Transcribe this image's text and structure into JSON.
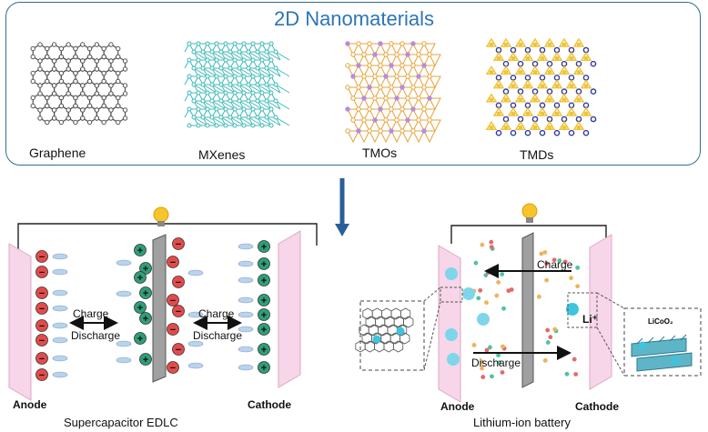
{
  "header": {
    "title": "2D Nanomaterials"
  },
  "materials": [
    {
      "name": "Graphene"
    },
    {
      "name": "MXenes"
    },
    {
      "name": "TMOs"
    },
    {
      "name": "TMDs"
    }
  ],
  "supercapacitor": {
    "caption": "Supercapacitor EDLC",
    "anode": "Anode",
    "cathode": "Cathode",
    "charge_left": "Charge",
    "discharge_left": "Discharge",
    "charge_right": "Charge",
    "discharge_right": "Discharge",
    "minus_sign": "−",
    "plus_sign": "+"
  },
  "battery": {
    "caption": "Lithium-ion battery",
    "anode": "Anode",
    "cathode": "Cathode",
    "charge": "Charge",
    "discharge": "Discharge",
    "li_ion": "Li⁺",
    "cathode_material": "LiCoO₂"
  },
  "colors": {
    "title": "#2e75b6",
    "panel_border": "#2e6f8e",
    "graphene": "#555555",
    "mxene": "#3fb8b8",
    "tmo_bond": "#e8a23a",
    "tmo_atom": "#b68be0",
    "tmd_bond": "#f0c43a",
    "tmd_atom": "#2f3aa0",
    "minus_ion": "#e34b4b",
    "plus_ion": "#2f9e7a",
    "li_ion": "#3ec4dd",
    "electrode_pink": "#f6d6e8",
    "arrow_blue": "#2a5e99"
  }
}
